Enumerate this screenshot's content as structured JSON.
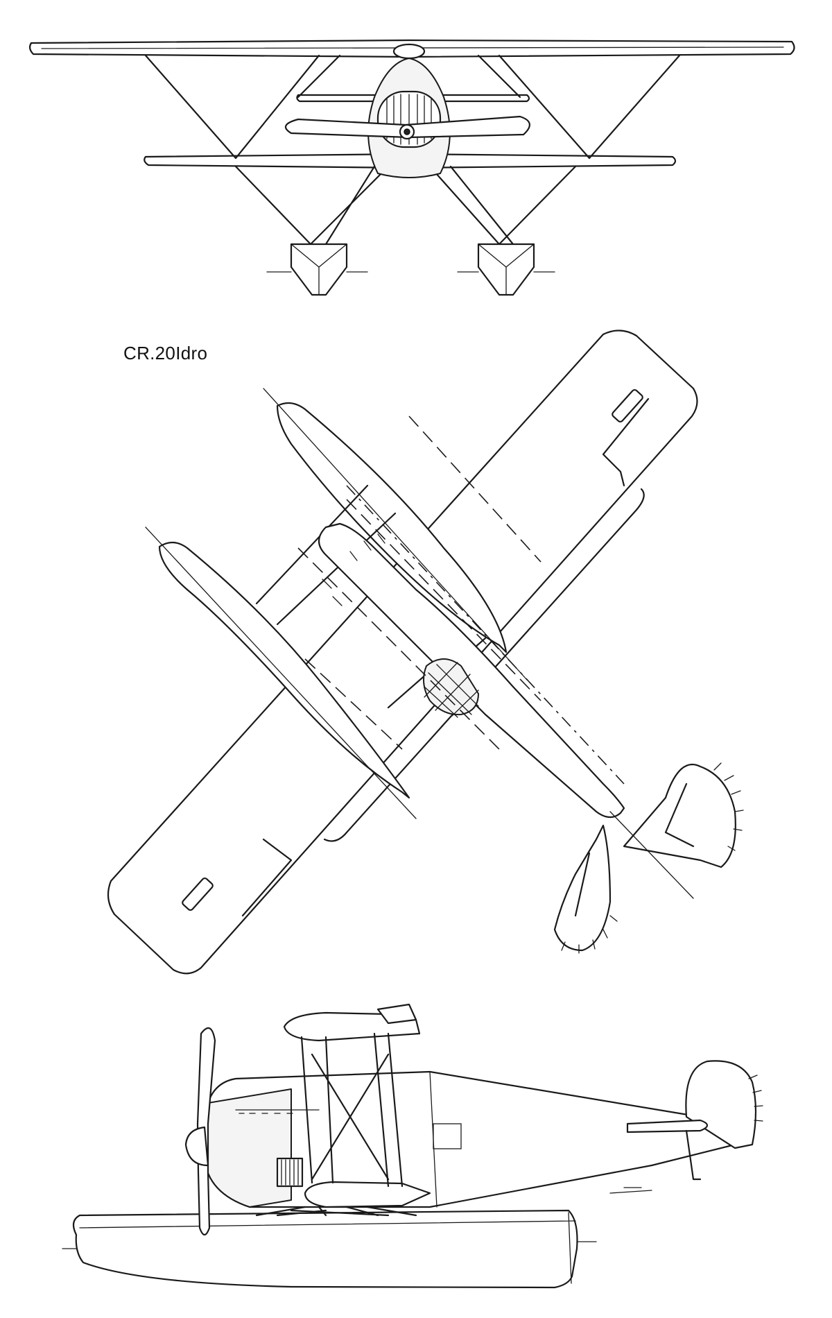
{
  "drawing": {
    "designation": "CR.20Idro",
    "views": [
      "front",
      "top",
      "side"
    ]
  }
}
